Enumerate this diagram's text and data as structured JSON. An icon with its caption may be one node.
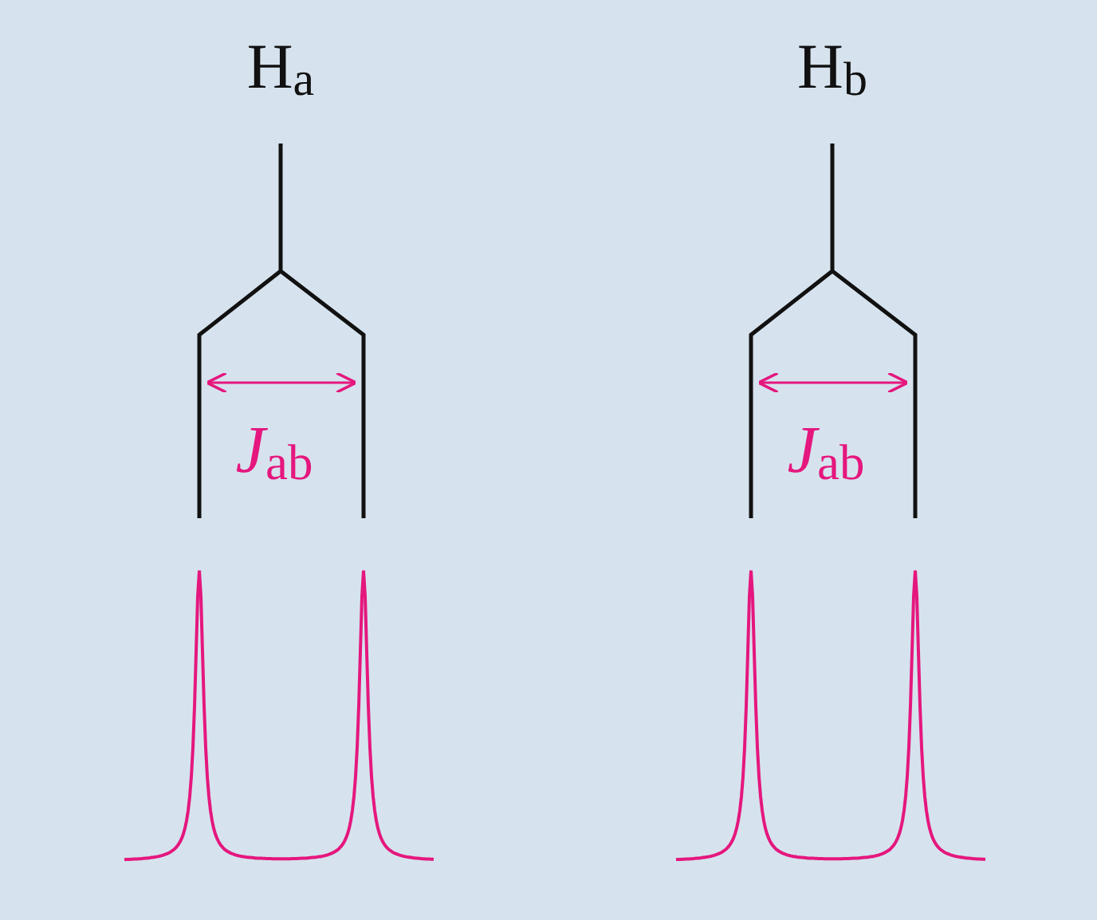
{
  "diagram": {
    "labels": [
      "H$_{a}$",
      "*J*$_{ab}$",
      "H$_{b}$",
      "*J*$_{ab}$"
    ]
  }
}
